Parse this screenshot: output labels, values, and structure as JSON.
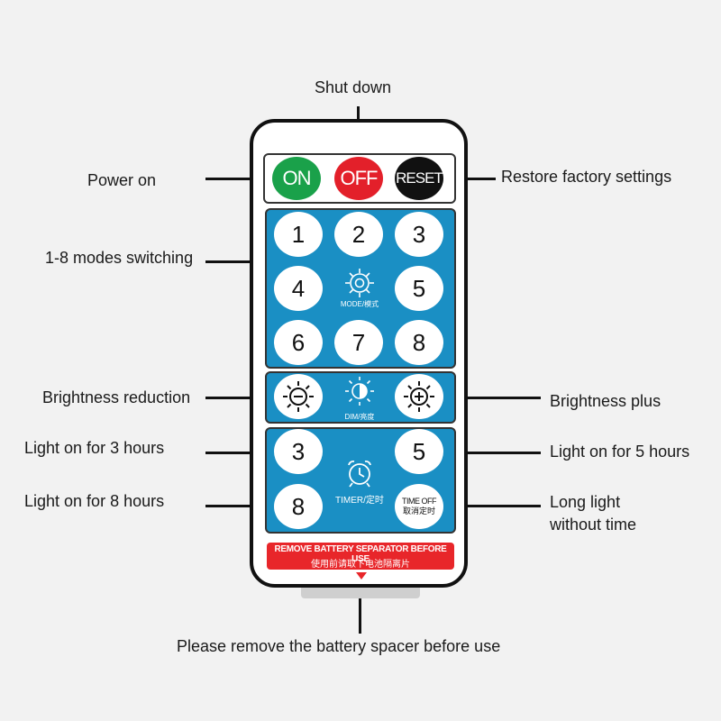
{
  "labels": {
    "shut_down": "Shut down",
    "power_on": "Power on",
    "restore_factory": "Restore factory settings",
    "modes_switching": "1-8 modes switching",
    "brightness_reduction": "Brightness reduction",
    "brightness_plus": "Brightness plus",
    "light_3h": "Light on for 3 hours",
    "light_5h": "Light on for 5 hours",
    "light_8h": "Light on for 8 hours",
    "long_light_1": "Long light",
    "long_light_2": "without time",
    "remove_spacer": "Please remove the battery spacer before use"
  },
  "remote": {
    "on": "ON",
    "off": "OFF",
    "reset": "RESET",
    "modes": [
      "1",
      "2",
      "3",
      "4",
      "5",
      "6",
      "7",
      "8"
    ],
    "mode_caption": "MODE/模式",
    "dim_caption": "DIM/亮度",
    "timer_3": "3",
    "timer_5": "5",
    "timer_8": "8",
    "timer_caption": "TIMER/定时",
    "time_off_1": "TIME OFF",
    "time_off_2": "取消定时",
    "warning_en": "REMOVE BATTERY SEPARATOR BEFORE USE",
    "warning_cn": "使用前请取下电池隔离片"
  },
  "colors": {
    "on_button": "#1aa14a",
    "off_button": "#e3202a",
    "reset_button": "#111111",
    "panel_blue": "#1a8fc4",
    "warning_red": "#e8262a"
  },
  "icons": [
    "gear-icon",
    "sun-minus-icon",
    "half-sun-icon",
    "sun-plus-icon",
    "alarm-clock-icon",
    "triangle-down-icon"
  ]
}
